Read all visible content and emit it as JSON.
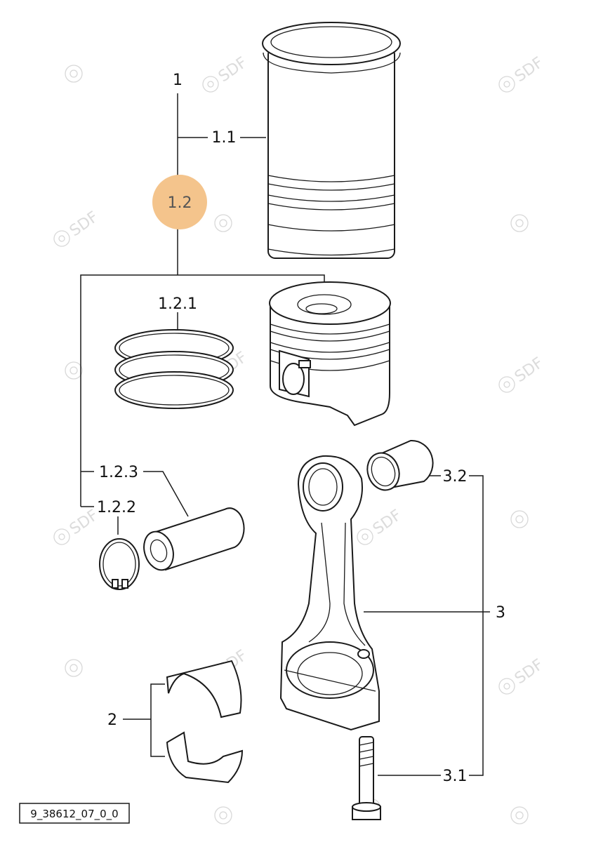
{
  "labels": {
    "group_1": "1",
    "liner": "1.1",
    "piston_group": "1.2",
    "rings": "1.2.1",
    "snap_ring": "1.2.2",
    "pin": "1.2.3",
    "bearings": "2",
    "conrod": "3",
    "bolt": "3.1",
    "bush": "3.2"
  },
  "reference": "9_38612_07_0_0",
  "watermark_text": "SDF",
  "colors": {
    "highlight": "#f4c48c",
    "line": "#1a1a1a",
    "watermark": "#d8d8d8"
  }
}
